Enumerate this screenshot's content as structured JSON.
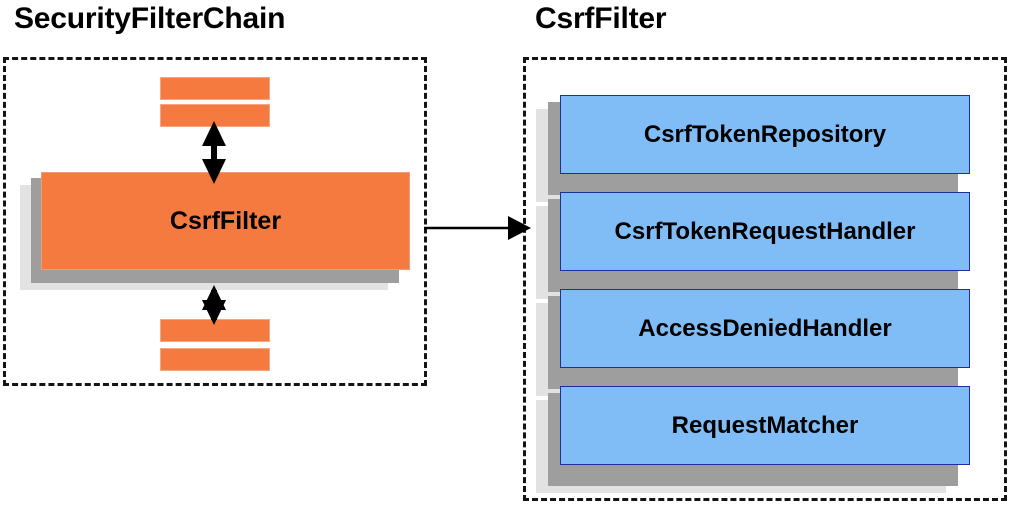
{
  "diagram": {
    "type": "component-relationship-diagram",
    "background_color": "#ffffff",
    "panels": [
      {
        "id": "security-filter-chain",
        "title": "SecurityFilterChain",
        "border_style": "dashed",
        "border_color": "#141414",
        "highlight_component": "CsrfFilter",
        "highlight_color": "#f47a3f",
        "placeholder_bars_above": 2,
        "placeholder_bars_below": 2,
        "connector_above": "double-headed-vertical-arrow",
        "connector_below": "double-headed-vertical-arrow"
      },
      {
        "id": "csrf-filter-detail",
        "title": "CsrfFilter",
        "border_style": "dashed",
        "border_color": "#141414",
        "component_color": "#80bdf7",
        "component_border_color": "#1f2f9e",
        "components": [
          {
            "label": "CsrfTokenRepository"
          },
          {
            "label": "CsrfTokenRequestHandler"
          },
          {
            "label": "AccessDeniedHandler"
          },
          {
            "label": "RequestMatcher"
          }
        ]
      }
    ],
    "connector": {
      "from": "CsrfFilter (in SecurityFilterChain)",
      "to": "CsrfFilter detail panel",
      "style": "single-headed-horizontal-arrow",
      "color": "#000000"
    },
    "shadow_colors": {
      "inner": "#9e9e9e",
      "outer": "#e2e2e2"
    }
  }
}
